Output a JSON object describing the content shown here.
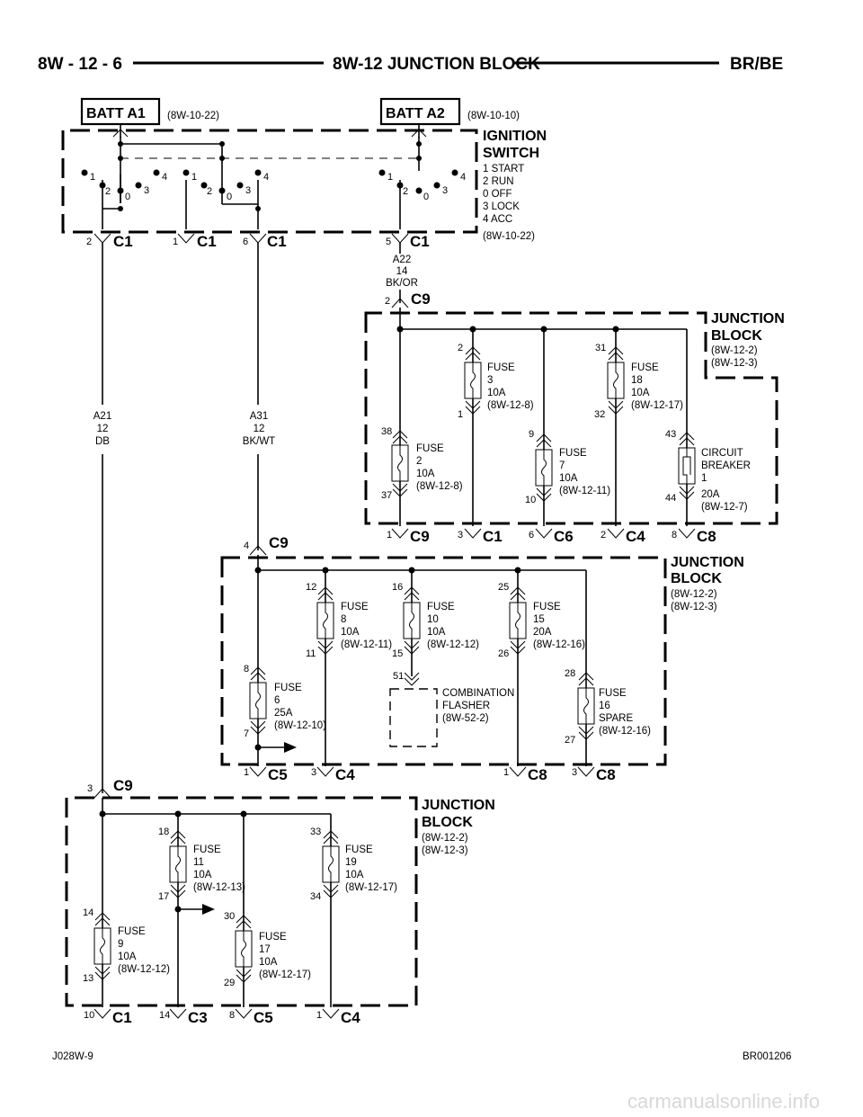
{
  "header": {
    "page_number": "8W - 12 - 6",
    "title": "8W-12 JUNCTION BLOCK",
    "model": "BR/BE"
  },
  "batteries": [
    {
      "label": "BATT A1",
      "ref": "(8W-10-22)"
    },
    {
      "label": "BATT A2",
      "ref": "(8W-10-10)"
    }
  ],
  "ignition_switch": {
    "title_line1": "IGNITION",
    "title_line2": "SWITCH",
    "positions": [
      "1 START",
      "2 RUN",
      "0 OFF",
      "3 LOCK",
      "4 ACC"
    ],
    "ref": "(8W-10-22)",
    "contact_labels": [
      "1",
      "2",
      "0",
      "3",
      "4"
    ]
  },
  "switch_connectors": [
    {
      "pin": "2",
      "name": "C1"
    },
    {
      "pin": "1",
      "name": "C1"
    },
    {
      "pin": "6",
      "name": "C1"
    },
    {
      "pin": "5",
      "name": "C1"
    }
  ],
  "wires": [
    {
      "circuit": "A22",
      "gauge": "14",
      "color": "BK/OR"
    },
    {
      "circuit": "A21",
      "gauge": "12",
      "color": "DB"
    },
    {
      "circuit": "A31",
      "gauge": "12",
      "color": "BK/WT"
    }
  ],
  "junction_block": {
    "title_line1": "JUNCTION",
    "title_line2": "BLOCK",
    "ref1": "(8W-12-2)",
    "ref2": "(8W-12-3)"
  },
  "block1": {
    "input": {
      "pin": "2",
      "name": "C9"
    },
    "fuses": [
      {
        "lines": [
          "FUSE",
          "2",
          "10A",
          "(8W-12-8)"
        ],
        "pin_in": "38",
        "pin_out": "37"
      },
      {
        "lines": [
          "FUSE",
          "3",
          "10A",
          "(8W-12-8)"
        ],
        "pin_in": "2",
        "pin_out": "1"
      },
      {
        "lines": [
          "FUSE",
          "7",
          "10A",
          "(8W-12-11)"
        ],
        "pin_in": "9",
        "pin_out": "10"
      },
      {
        "lines": [
          "FUSE",
          "18",
          "10A",
          "(8W-12-17)"
        ],
        "pin_in": "31",
        "pin_out": "32"
      }
    ],
    "breaker": {
      "lines": [
        "CIRCUIT",
        "BREAKER",
        "1"
      ],
      "rating": "20A",
      "ref": "(8W-12-7)",
      "pin_in": "43",
      "pin_out": "44"
    },
    "outputs": [
      {
        "pin": "1",
        "name": "C9"
      },
      {
        "pin": "3",
        "name": "C1"
      },
      {
        "pin": "6",
        "name": "C6"
      },
      {
        "pin": "2",
        "name": "C4"
      },
      {
        "pin": "8",
        "name": "C8"
      }
    ]
  },
  "block2": {
    "input": {
      "pin": "4",
      "name": "C9"
    },
    "fuses": [
      {
        "lines": [
          "FUSE",
          "6",
          "25A",
          "(8W-12-10)"
        ],
        "pin_in": "8",
        "pin_out": "7"
      },
      {
        "lines": [
          "FUSE",
          "8",
          "10A",
          "(8W-12-11)"
        ],
        "pin_in": "12",
        "pin_out": "11"
      },
      {
        "lines": [
          "FUSE",
          "10",
          "10A",
          "(8W-12-12)"
        ],
        "pin_in": "16",
        "pin_out": "15"
      },
      {
        "lines": [
          "FUSE",
          "15",
          "20A",
          "(8W-12-16)"
        ],
        "pin_in": "25",
        "pin_out": "26"
      },
      {
        "lines": [
          "FUSE",
          "16",
          "SPARE",
          "(8W-12-16)"
        ],
        "pin_in": "28",
        "pin_out": "27"
      }
    ],
    "flasher": {
      "lines": [
        "COMBINATION",
        "FLASHER",
        "(8W-52-2)"
      ],
      "pin": "51"
    },
    "outputs": [
      {
        "pin": "1",
        "name": "C5"
      },
      {
        "pin": "3",
        "name": "C4"
      },
      {
        "pin": "1",
        "name": "C8"
      },
      {
        "pin": "3",
        "name": "C8"
      }
    ]
  },
  "block3": {
    "input": {
      "pin": "3",
      "name": "C9"
    },
    "fuses": [
      {
        "lines": [
          "FUSE",
          "9",
          "10A",
          "(8W-12-12)"
        ],
        "pin_in": "14",
        "pin_out": "13"
      },
      {
        "lines": [
          "FUSE",
          "11",
          "10A",
          "(8W-12-13)"
        ],
        "pin_in": "18",
        "pin_out": "17"
      },
      {
        "lines": [
          "FUSE",
          "17",
          "10A",
          "(8W-12-17)"
        ],
        "pin_in": "30",
        "pin_out": "29"
      },
      {
        "lines": [
          "FUSE",
          "19",
          "10A",
          "(8W-12-17)"
        ],
        "pin_in": "33",
        "pin_out": "34"
      }
    ],
    "outputs": [
      {
        "pin": "10",
        "name": "C1"
      },
      {
        "pin": "14",
        "name": "C3"
      },
      {
        "pin": "8",
        "name": "C5"
      },
      {
        "pin": "1",
        "name": "C4"
      }
    ]
  },
  "footer": {
    "left": "J028W-9",
    "right": "BR001206"
  },
  "watermark": "carmanualsonline.info"
}
